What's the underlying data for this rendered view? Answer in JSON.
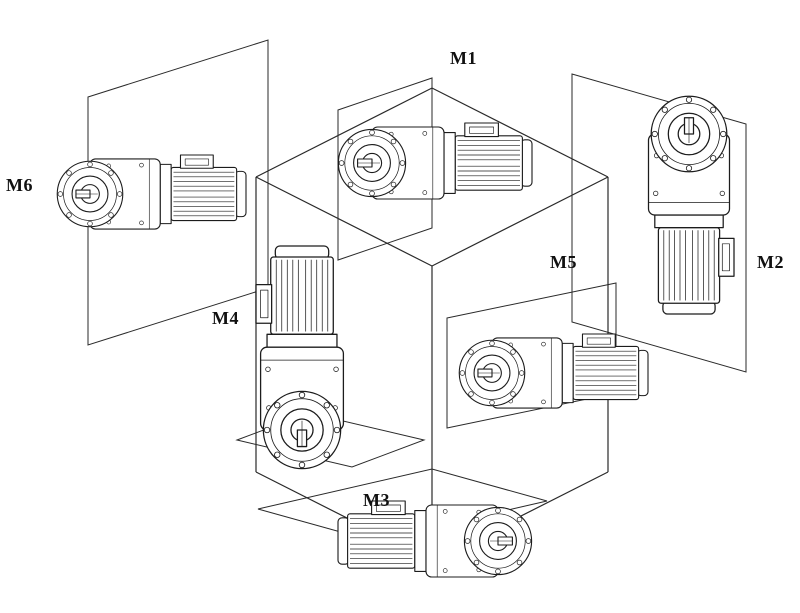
{
  "diagram": {
    "background": "#ffffff",
    "line_color": "#1c1c1c",
    "description_type": "gearmotor-mounting-positions",
    "labels": [
      {
        "id": "m1",
        "text": "M1"
      },
      {
        "id": "m2",
        "text": "M2"
      },
      {
        "id": "m3",
        "text": "M3"
      },
      {
        "id": "m4",
        "text": "M4"
      },
      {
        "id": "m5",
        "text": "M5"
      },
      {
        "id": "m6",
        "text": "M6"
      }
    ]
  }
}
